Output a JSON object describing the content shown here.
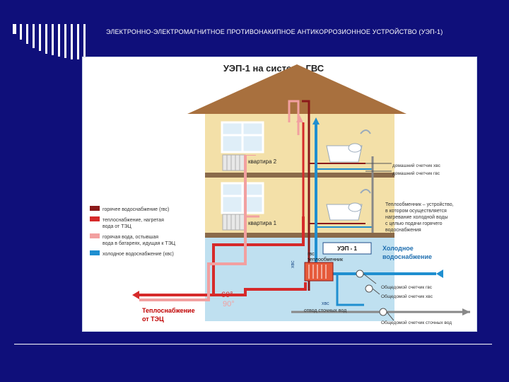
{
  "slide": {
    "title": "ЭЛЕКТРОННО-ЭЛЕКТРОМАГНИТНОЕ ПРОТИВОНАКИПНОЕ АНТИКОРРОЗИОННОЕ УСТРОЙСТВО (УЭП-1)"
  },
  "diagram": {
    "heading": "УЭП-1 на системе ГВС",
    "apartment2": "квартира 2",
    "apartment1": "квартира 1",
    "device_label": "УЭП - 1",
    "exchanger_label": "теплообменник",
    "gvs": "гвс",
    "hvs_vertical": "хвс",
    "hvs_horizontal": "хвс",
    "drain": "отвод сточных вод",
    "temp_60": "60°",
    "temp_90": "90°",
    "heat_supply": [
      "Теплоснабжение",
      "от ТЭЦ"
    ],
    "cold_supply": [
      "Холодное",
      "водоснабжение"
    ],
    "meters": {
      "home_hvs": "домашний счетчик хвс",
      "home_gvs": "домашний счетчик гвс",
      "building_gvs": "Общедомой счетчик гвс",
      "building_hvs": "Общедомой счетчик хвс",
      "building_drain": "Общедомой счетчик сточных вод"
    },
    "exchanger_note": [
      "Теплообменник – устройство,",
      "в котором осуществляется",
      "нагревание холодной воды",
      "с целью подачи горячего",
      "водоснабжения"
    ],
    "legend": [
      {
        "label": [
          "горячее водоснабжение (гвс)"
        ],
        "color": "#8b1a1a"
      },
      {
        "label": [
          "теплоснабжение, нагретая",
          "вода от ТЭЦ"
        ],
        "color": "#d62a2a"
      },
      {
        "label": [
          "горячая вода, остывшая",
          "вода в батареях, идущая к ТЭЦ"
        ],
        "color": "#f2a0a0"
      },
      {
        "label": [
          "холодное водоснабжение (хвс)"
        ],
        "color": "#1f8fd0"
      }
    ]
  }
}
